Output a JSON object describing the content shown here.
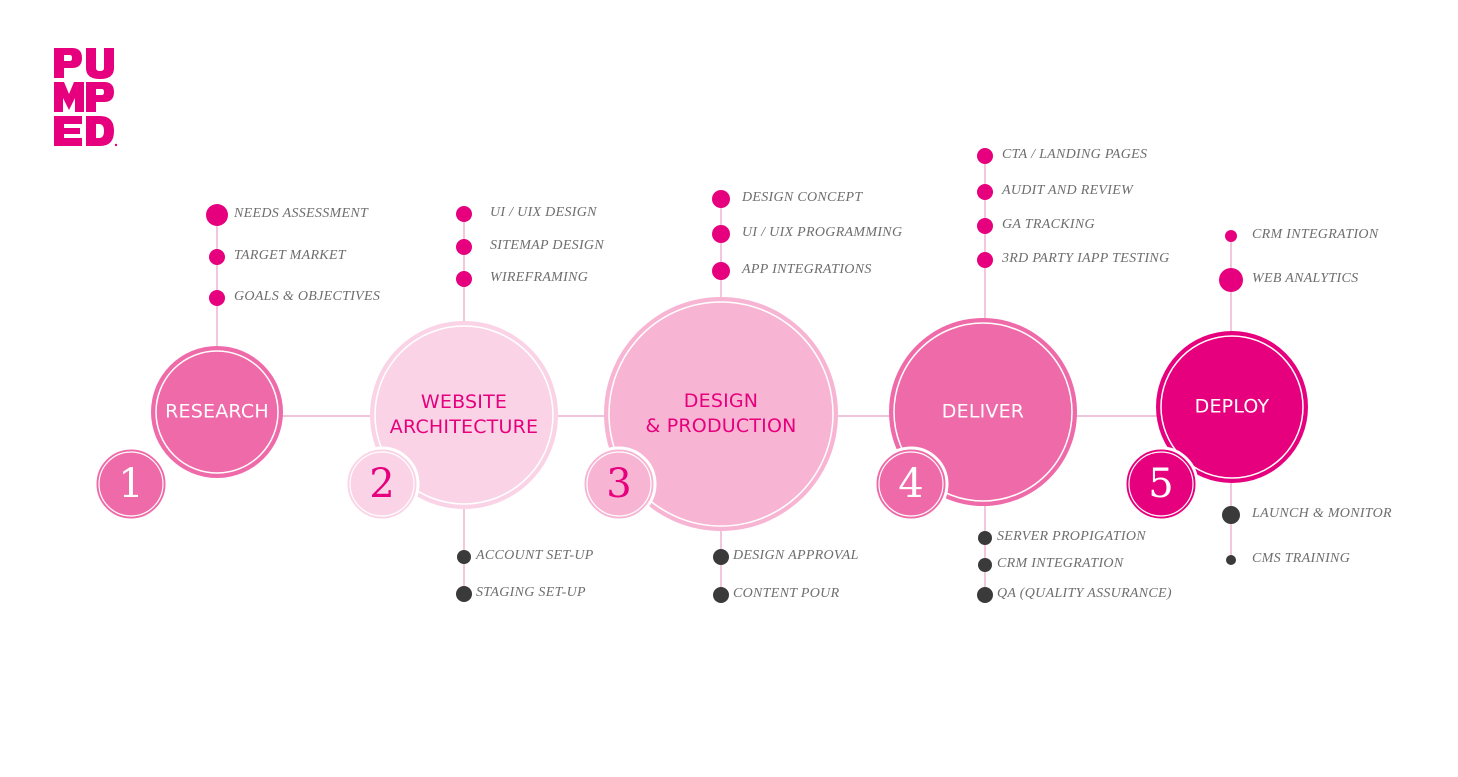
{
  "logo": {
    "letters": [
      "P",
      "U",
      "M",
      "P",
      "E",
      "D"
    ],
    "brand_color": "#e6007e"
  },
  "colors": {
    "accent": "#e6007e",
    "line": "#e8a0c6",
    "dark_dot": "#3a3a3a",
    "item_text": "#6e6e6e"
  },
  "stages": [
    {
      "number": "1",
      "label_lines": [
        "RESEARCH"
      ],
      "fill": "#ef6aa8",
      "ring": "#ef6aa8",
      "badge_fill": "#ef6aa8",
      "text_tone": "light",
      "items_above": [
        "NEEDS ASSESSMENT",
        "TARGET MARKET",
        "GOALS & OBJECTIVES"
      ],
      "items_below": []
    },
    {
      "number": "2",
      "label_lines": [
        "WEBSITE",
        "ARCHITECTURE"
      ],
      "fill": "#fad4e6",
      "ring": "#fad4e6",
      "badge_fill": "#fad4e6",
      "text_tone": "dark",
      "items_above": [
        "UI / UIX DESIGN",
        "SITEMAP DESIGN",
        "WIREFRAMING"
      ],
      "items_below": [
        "ACCOUNT SET-UP",
        "STAGING SET-UP"
      ]
    },
    {
      "number": "3",
      "label_lines": [
        "DESIGN",
        "& PRODUCTION"
      ],
      "fill": "#f7b5d3",
      "ring": "#f7b5d3",
      "badge_fill": "#f7b5d3",
      "text_tone": "dark",
      "items_above": [
        "DESIGN CONCEPT",
        "UI / UIX PROGRAMMING",
        "APP INTEGRATIONS"
      ],
      "items_below": [
        "DESIGN APPROVAL",
        "CONTENT POUR"
      ]
    },
    {
      "number": "4",
      "label_lines": [
        "DELIVER"
      ],
      "fill": "#ef6aa8",
      "ring": "#ef6aa8",
      "badge_fill": "#ef6aa8",
      "text_tone": "light",
      "items_above": [
        "CTA / LANDING PAGES",
        "AUDIT AND REVIEW",
        "GA TRACKING",
        "3RD PARTY IAPP TESTING"
      ],
      "items_below": [
        "SERVER PROPIGATION",
        "CRM INTEGRATION",
        "QA (QUALITY ASSURANCE)"
      ]
    },
    {
      "number": "5",
      "label_lines": [
        "DEPLOY"
      ],
      "fill": "#e6007e",
      "ring": "#e6007e",
      "badge_fill": "#e6007e",
      "text_tone": "light",
      "items_above": [
        "CRM INTEGRATION",
        "WEB ANALYTICS"
      ],
      "items_below": [
        "LAUNCH & MONITOR",
        "CMS TRAINING"
      ]
    }
  ]
}
